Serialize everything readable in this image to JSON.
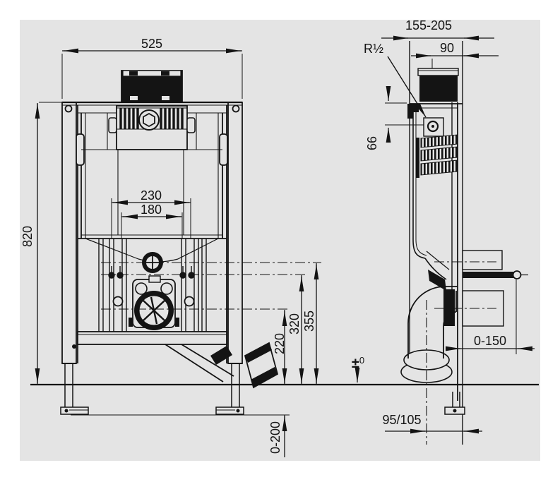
{
  "drawing": {
    "type": "wc-installation-frame-technical-drawing",
    "views": [
      "front",
      "side"
    ],
    "colors": {
      "panel": "#e4e4e4",
      "line": "#141414",
      "background": "#ffffff"
    },
    "dimensions": {
      "front_width": "525",
      "frame_height": "820",
      "rail_spacing_outer": "230",
      "rail_spacing_inner": "180",
      "supply_height": "355",
      "connection_height": "320",
      "outlet_height": "220",
      "depth_range": "155-205",
      "cistern_depth": "90",
      "supply_thread": "R½",
      "supply_offset": "66",
      "front_adjust": "0-150",
      "floor_level_sign": "±",
      "floor_level_zero": "0",
      "outlet_wall_distance": "95/105",
      "leg_adjust": "0-200"
    }
  }
}
